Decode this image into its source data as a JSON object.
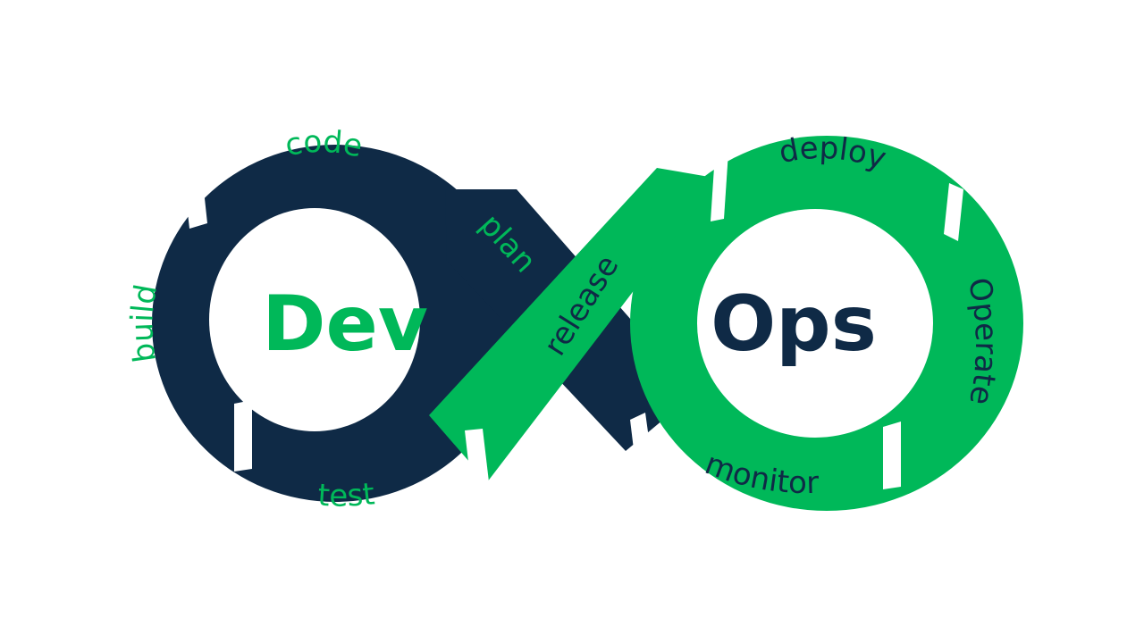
{
  "colors": {
    "navy": "#0f2a46",
    "green": "#00b859",
    "background": "#ffffff"
  },
  "diagram": {
    "dev_label": "Dev",
    "ops_label": "Ops",
    "dev_stages": {
      "code": "code",
      "build": "build",
      "test": "test",
      "plan": "plan"
    },
    "ops_stages": {
      "release": "release",
      "deploy": "deploy",
      "operate": "Operate",
      "monitor": "monitor"
    }
  }
}
